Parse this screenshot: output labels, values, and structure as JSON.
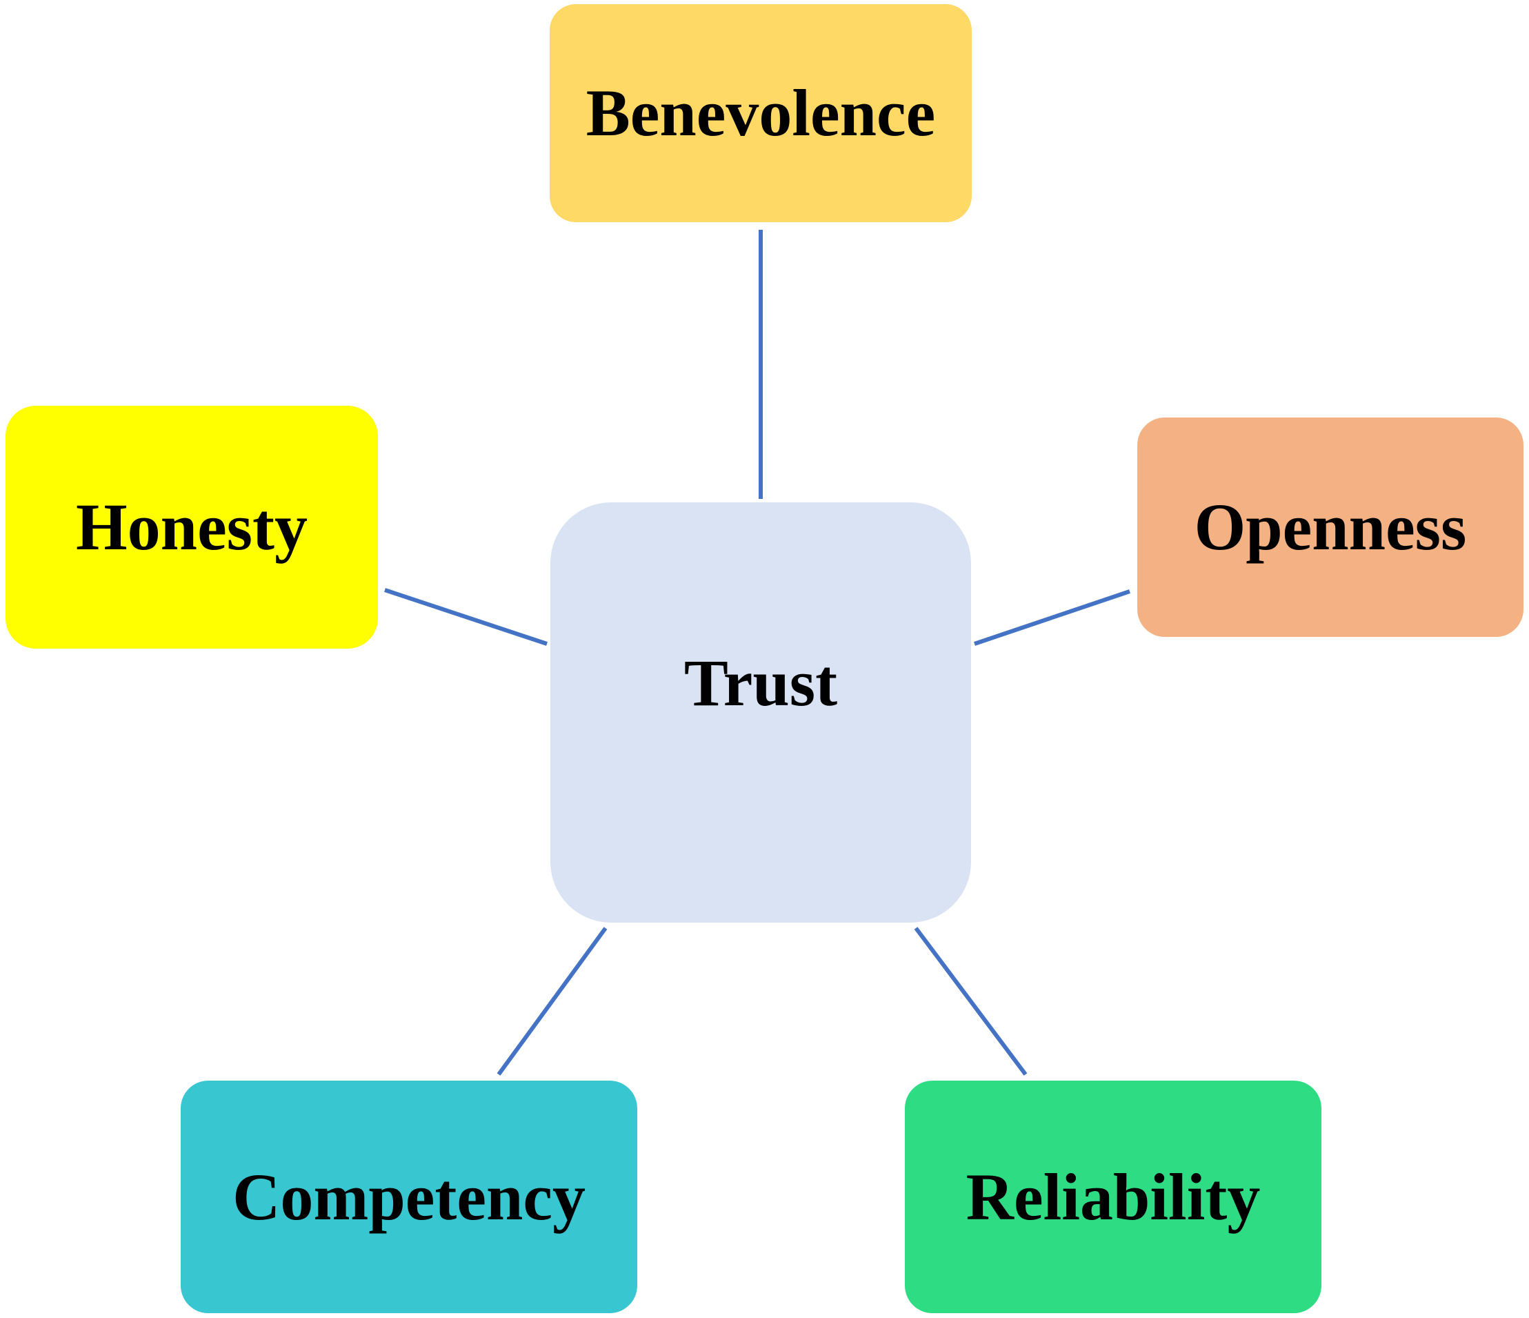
{
  "diagram": {
    "center": {
      "label": "Trust",
      "color": "#DAE3F3"
    },
    "nodes": [
      {
        "key": "benevolence",
        "label": "Benevolence",
        "color": "#FFD966"
      },
      {
        "key": "honesty",
        "label": "Honesty",
        "color": "#FFFF00"
      },
      {
        "key": "openness",
        "label": "Openness",
        "color": "#F4B183"
      },
      {
        "key": "competency",
        "label": "Competency",
        "color": "#38C6D1"
      },
      {
        "key": "reliability",
        "label": "Reliability",
        "color": "#2EDC84"
      }
    ],
    "connector_color": "#4472C4"
  }
}
